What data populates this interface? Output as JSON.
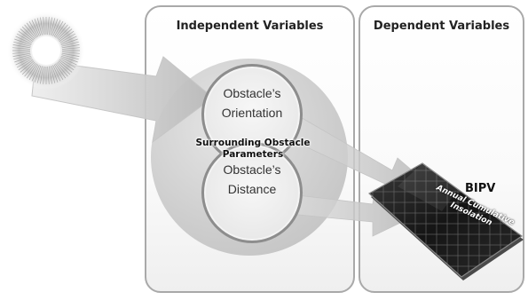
{
  "panels": {
    "independent_title": "Independent Variables",
    "dependent_title": "Dependent Variables"
  },
  "parameters": {
    "group_label": "Surrounding Obstacle Parameters",
    "orientation_label_line1": "Obstacle’s",
    "orientation_label_line2": "Orientation",
    "distance_label_line1": "Obstacle’s",
    "distance_label_line2": "Distance"
  },
  "bipv": {
    "label": "BIPV",
    "output_line1": "Annual Cumulative",
    "output_line2": "Insolation"
  },
  "icons": {
    "sun": "sun-icon",
    "solar_panel": "solar-panel-icon",
    "arrow": "arrow-icon"
  },
  "colors": {
    "panel_border": "#a9a9a9",
    "arrow_fill": "#c8c8c8",
    "ring_border": "#8d8d8d"
  }
}
